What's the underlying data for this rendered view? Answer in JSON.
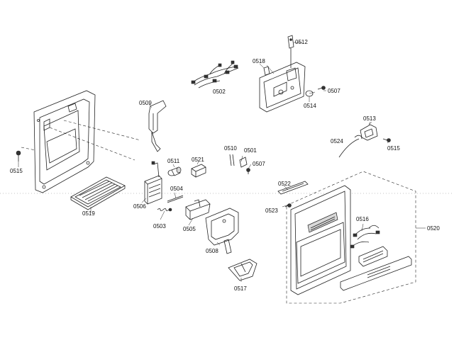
{
  "labels": {
    "p0502": "0502",
    "p0503": "0503",
    "p0504": "0504",
    "p0505": "0505",
    "p0506": "0506",
    "p0507a": "0507",
    "p0507b": "0507",
    "p0508": "0508",
    "p0509": "0509",
    "p0510": "0510",
    "p0501": "0501",
    "p0511": "0511",
    "p0512": "0512",
    "p0513": "0513",
    "p0514": "0514",
    "p0515a": "0515",
    "p0515b": "0515",
    "p0516": "0516",
    "p0517": "0517",
    "p0518": "0518",
    "p0519": "0519",
    "p0520": "0520",
    "p0521": "0521",
    "p0522": "0522",
    "p0523": "0523",
    "p0524": "0524"
  },
  "colors": {
    "line": "#222222",
    "background": "#ffffff"
  }
}
